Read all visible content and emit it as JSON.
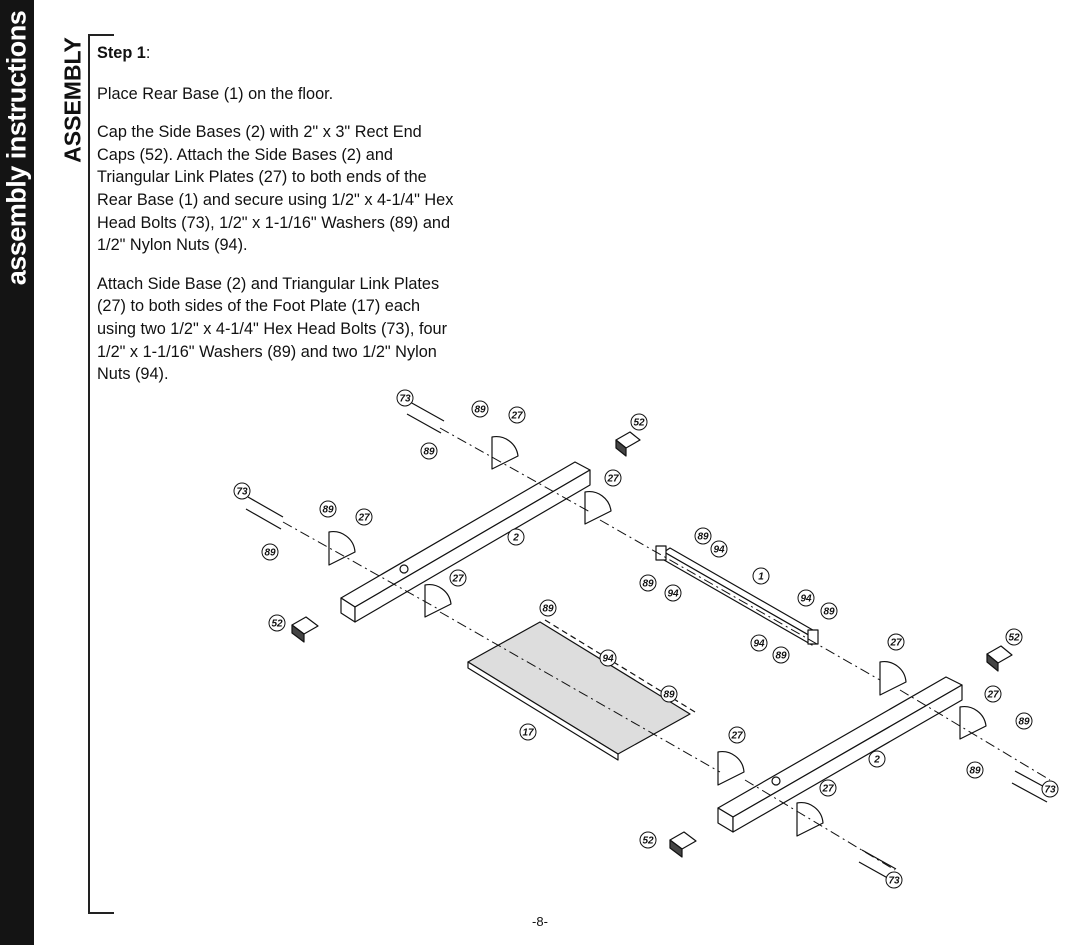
{
  "sidebar": {
    "label": "assembly instructions"
  },
  "section": {
    "label": "ASSEMBLY"
  },
  "step": {
    "prefix": "Step 1",
    "suffix": ":"
  },
  "paragraphs": [
    "Place Rear Base (1) on the floor.",
    "Cap the Side Bases (2) with 2\" x 3\" Rect End Caps (52).  Attach the Side Bases (2) and Triangular Link Plates (27) to both ends of the Rear Base (1) and secure using 1/2\" x 4-1/4\" Hex Head Bolts (73), 1/2\" x 1-1/16\" Washers (89) and 1/2\"  Nylon Nuts (94).",
    "Attach Side Base (2) and Triangular Link Plates (27) to both sides of the Foot Plate (17) each using two 1/2\" x 4-1/4\" Hex Head Bolts (73), four 1/2\" x 1-1/16\" Washers (89) and two 1/2\" Nylon Nuts (94)."
  ],
  "page_number": "-8-",
  "diagram": {
    "callouts": [
      "1",
      "2",
      "2",
      "17",
      "27",
      "27",
      "27",
      "27",
      "27",
      "27",
      "27",
      "27",
      "52",
      "52",
      "52",
      "52",
      "73",
      "73",
      "73",
      "73",
      "89",
      "89",
      "89",
      "89",
      "89",
      "89",
      "89",
      "89",
      "89",
      "89",
      "89",
      "89",
      "94",
      "94",
      "94",
      "94",
      "94"
    ]
  }
}
